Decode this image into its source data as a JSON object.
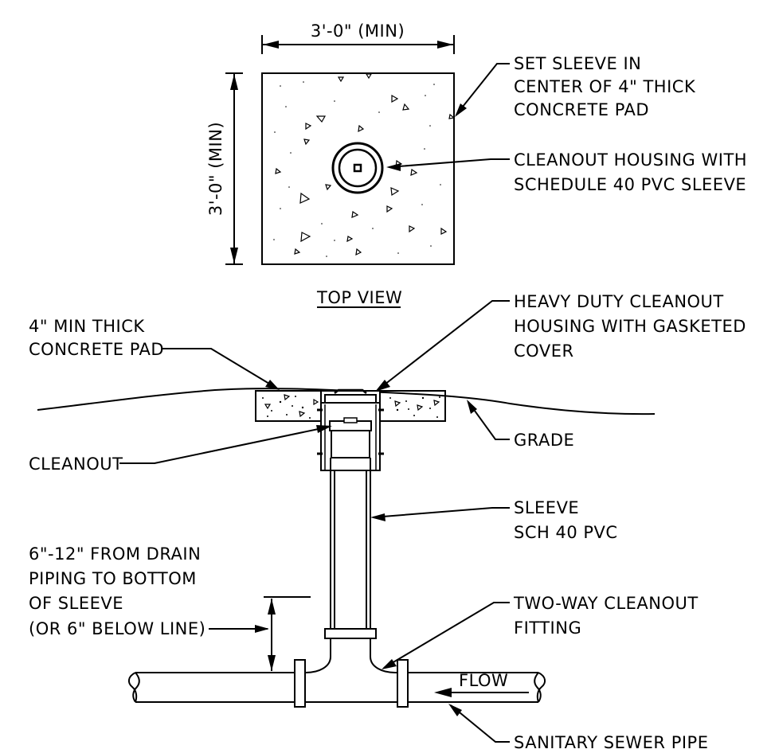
{
  "top_view": {
    "width_dim": "3'-0\" (MIN)",
    "height_dim": "3'-0\" (MIN)",
    "title": "TOP VIEW",
    "note_sleeve": [
      "SET SLEEVE IN",
      "CENTER OF 4\" THICK",
      "CONCRETE PAD"
    ],
    "note_housing": [
      "CLEANOUT HOUSING WITH",
      "SCHEDULE 40 PVC SLEEVE"
    ]
  },
  "section": {
    "pad": [
      "4\" MIN THICK",
      "CONCRETE PAD"
    ],
    "housing": [
      "HEAVY DUTY CLEANOUT",
      "HOUSING WITH GASKETED",
      "COVER"
    ],
    "grade": "GRADE",
    "cleanout": "CLEANOUT",
    "sleeve": [
      "SLEEVE",
      "SCH 40 PVC"
    ],
    "depth": [
      "6\"-12\" FROM DRAIN",
      "PIPING TO BOTTOM",
      "OF SLEEVE",
      "(OR 6\" BELOW LINE)"
    ],
    "fitting": [
      "TWO-WAY CLEANOUT",
      "FITTING"
    ],
    "flow": "FLOW",
    "pipe": "SANITARY SEWER PIPE"
  }
}
